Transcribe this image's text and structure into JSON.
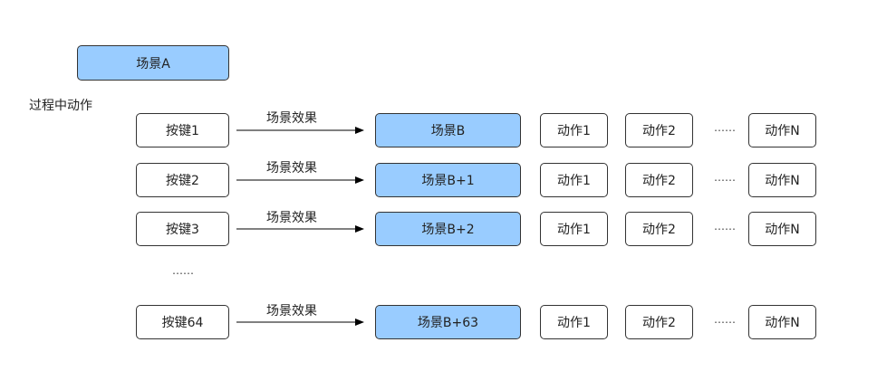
{
  "scene_a": "场景A",
  "section_label": "过程中动作",
  "effect_label": "场景效果",
  "row_dots": "……",
  "ellipsis_rows": "……",
  "rows": [
    {
      "key": "按键1",
      "scene": "场景B",
      "actions": [
        "动作1",
        "动作2",
        "动作N"
      ]
    },
    {
      "key": "按键2",
      "scene": "场景B+1",
      "actions": [
        "动作1",
        "动作2",
        "动作N"
      ]
    },
    {
      "key": "按键3",
      "scene": "场景B+2",
      "actions": [
        "动作1",
        "动作2",
        "动作N"
      ]
    },
    {
      "key": "按键64",
      "scene": "场景B+63",
      "actions": [
        "动作1",
        "动作2",
        "动作N"
      ]
    }
  ],
  "colors": {
    "scene_fill": "#99ccff",
    "border": "#333333"
  }
}
